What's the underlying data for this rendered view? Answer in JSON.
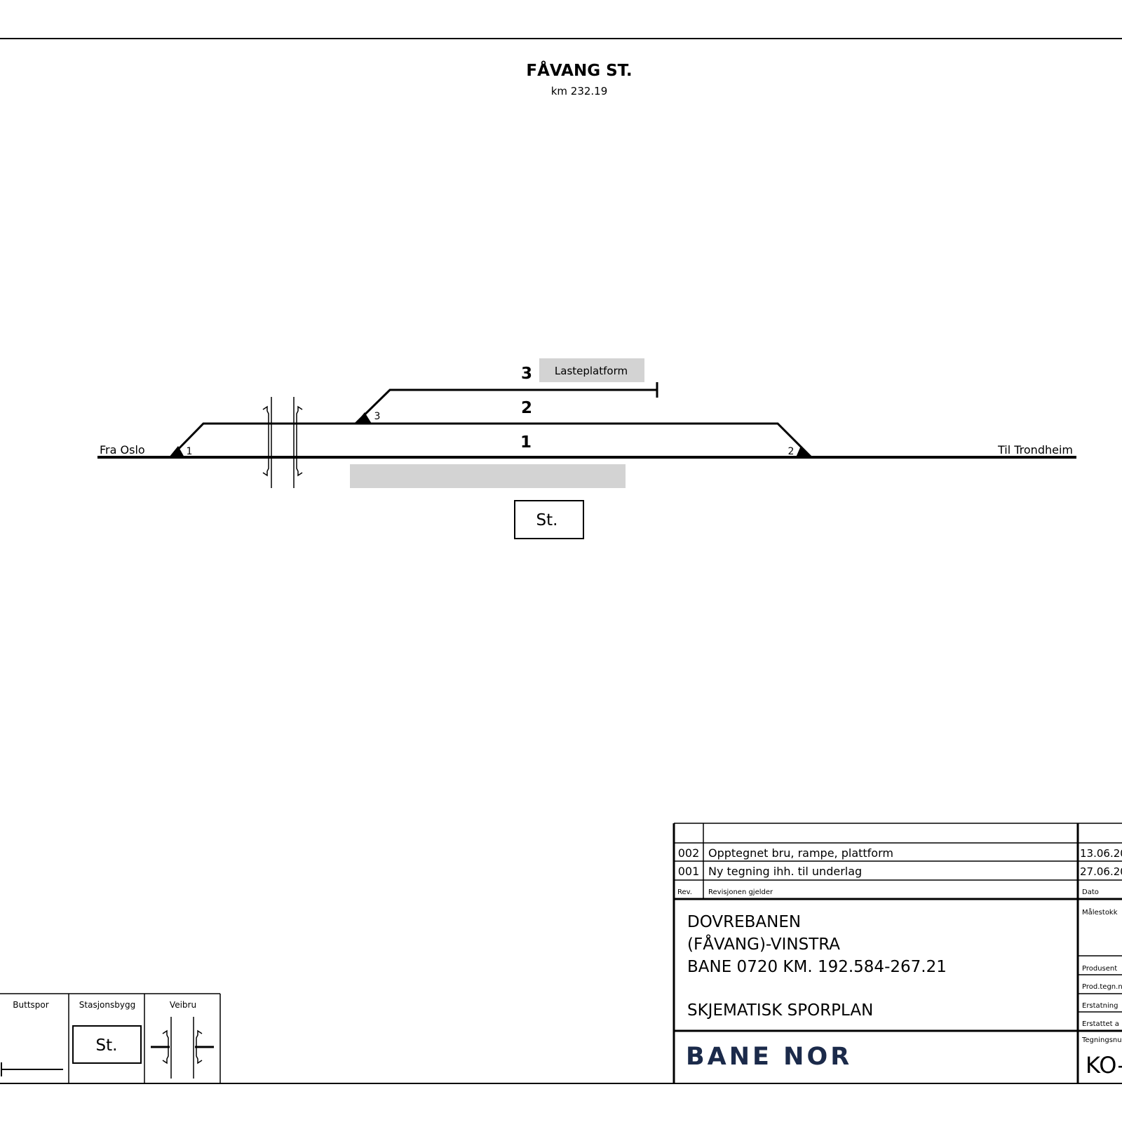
{
  "header": {
    "title": "FÅVANG ST.",
    "subtitle": "km 232.19"
  },
  "diagram": {
    "track_labels": [
      "1",
      "2",
      "3"
    ],
    "switch_labels": [
      "1",
      "2",
      "3"
    ],
    "direction_left": "Fra Oslo",
    "direction_right": "Til Trondheim",
    "loading_platform_label": "Lasteplatform",
    "station_building_label": "St."
  },
  "legend": {
    "items": [
      {
        "label": "Buttspor",
        "icon": "buffer-stop-icon"
      },
      {
        "label": "Stasjonsbygg",
        "icon": "station-building-icon",
        "symbol_text": "St."
      },
      {
        "label": "Veibru",
        "icon": "road-bridge-icon"
      }
    ]
  },
  "title_block": {
    "revisions": [
      {
        "rev": "002",
        "description": "Opptegnet bru, rampe, plattform",
        "date": "13.06.20"
      },
      {
        "rev": "001",
        "description": "Ny tegning ihh. til underlag",
        "date": "27.06.20"
      }
    ],
    "col_headers": {
      "rev": "Rev.",
      "description": "Revisjonen gjelder",
      "date": "Dato"
    },
    "project_lines": [
      "DOVREBANEN",
      "(FÅVANG)-VINSTRA",
      "BANE 0720 KM. 192.584-267.21"
    ],
    "drawing_title": "SKJEMATISK SPORPLAN",
    "logo_text": "BANE NOR",
    "side_labels": [
      "Målestokk",
      "Produsent",
      "Prod.tegn.n",
      "Erstatning",
      "Erstattet a",
      "Tegningsnu"
    ],
    "drawing_number": "KO-",
    "colors": {
      "logo": "#1b2a4a",
      "platform": "#d3d3d3"
    }
  }
}
